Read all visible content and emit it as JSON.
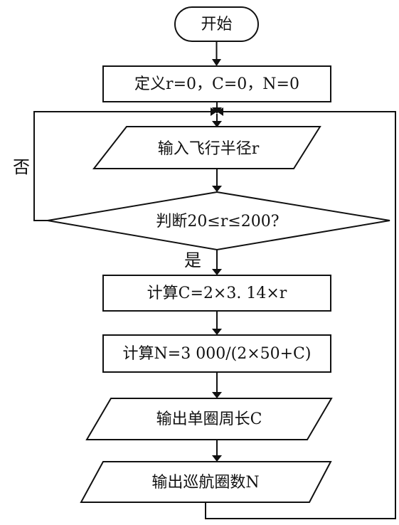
{
  "flowchart": {
    "start": "开始",
    "define": "定义r=0，C=0，N=0",
    "input_radius": "输入飞行半径r",
    "decision": "判断20≤r≤200?",
    "yes_label": "是",
    "no_label": "否",
    "calc_c": "计算C=2×3. 14×r",
    "calc_n": "计算N=3 000/(2×50+C)",
    "output_c": "输出单圈周长C",
    "output_n": "输出巡航圈数N"
  }
}
